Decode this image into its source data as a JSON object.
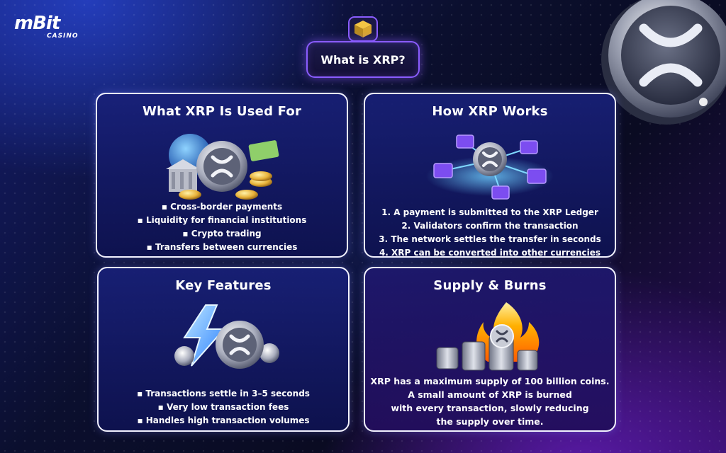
{
  "brand": {
    "logo_main": "mBit",
    "logo_sub": "CASINO"
  },
  "header": {
    "title": "What is XRP?"
  },
  "cards": {
    "used_for": {
      "title": "What XRP Is Used For",
      "items": [
        "Cross-border payments",
        "Liquidity for financial institutions",
        "Crypto trading",
        "Transfers between currencies"
      ]
    },
    "how_works": {
      "title": "How XRP Works",
      "steps": [
        "1. A payment is submitted to the XRP Ledger",
        "2. Validators confirm the transaction",
        "3. The network settles the transfer in seconds",
        "4. XRP can be converted into other currencies"
      ]
    },
    "key_features": {
      "title": "Key Features",
      "items": [
        "Transactions settle in 3–5 seconds",
        "Very low transaction fees",
        "Handles high transaction volumes"
      ]
    },
    "supply_burns": {
      "title": "Supply & Burns",
      "lines": [
        "XRP has a maximum supply of 100 billion coins.",
        "A small amount of XRP is burned",
        "with every transaction, slowly reducing",
        "the supply over time."
      ]
    }
  },
  "colors": {
    "accent": "#8a5cff",
    "card_border": "#f2f2ff",
    "coin_silver": "#c9ccd6",
    "gold": "#e8b23a"
  }
}
